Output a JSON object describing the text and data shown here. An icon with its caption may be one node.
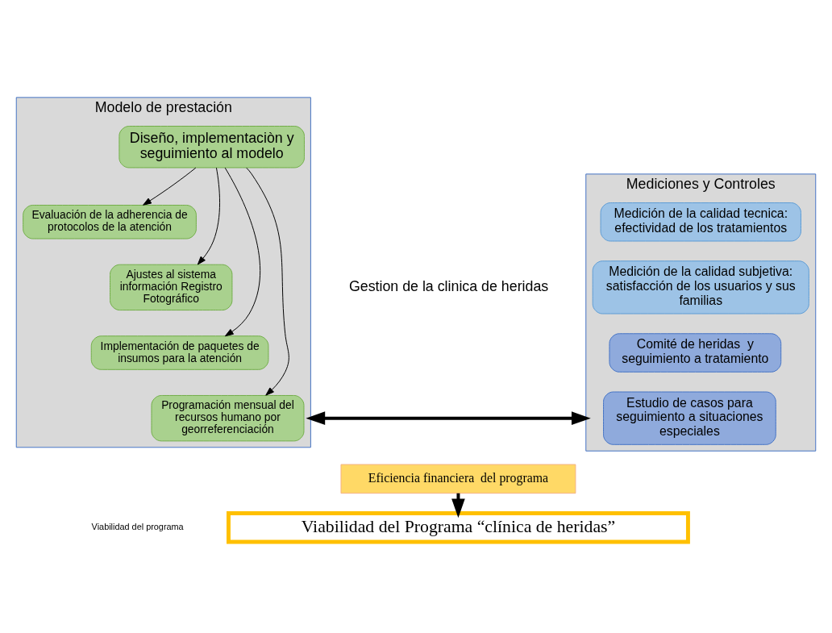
{
  "diagram": {
    "nodes": [
      {
        "text": [
          "Modelo de prestación"
        ]
      },
      {
        "text": [
          "Diseño, implementaciòn y seguimiento al modelo"
        ],
        "in": 0
      },
      {
        "text": [
          "Evaluación de la adherencia de protocolos de la atención"
        ],
        "in": 0
      },
      {
        "text": [
          "Ajustes al sistema  información Registro Fotográfico"
        ],
        "in": 0
      },
      {
        "text": [
          "Implementación de paquetes de insumos para la atención"
        ],
        "in": 0
      },
      {
        "text": [
          "Programación mensual del recursos humano por georreferenciación"
        ],
        "in": 0
      },
      {
        "text": [
          "Mediciones y Controles"
        ]
      },
      {
        "text": [
          "Medición de la calidad tecnica: efectividad de los tratamientos"
        ],
        "in": 6
      },
      {
        "text": [
          "Medición de la calidad subjetiva: satisfacción de los usuarios y sus familias"
        ],
        "in": 6
      },
      {
        "text": [
          "Comité de heridas  y seguimiento a tratamiento"
        ],
        "in": 6
      },
      {
        "text": [
          "Estudio de casos para seguimiento a situaciones especiales"
        ],
        "in": 6
      },
      {
        "text": [
          "Eficiencia financiera  del programa"
        ]
      },
      {
        "text": [
          "Viabilidad del Programa “clínica de heridas”"
        ]
      }
    ],
    "edges": [
      {
        "from": 1,
        "to": 2,
        "arrow": "to"
      },
      {
        "from": 1,
        "to": 3,
        "arrow": "to"
      },
      {
        "from": 1,
        "to": 4,
        "arrow": "to"
      },
      {
        "from": 1,
        "to": 5,
        "arrow": "to"
      },
      {
        "from": 0,
        "to": 6,
        "arrow": "both",
        "style": "thick"
      },
      {
        "from": 11,
        "to": 12,
        "arrow": "to",
        "style": "thick"
      }
    ],
    "labels": [
      "Gestion de la clinica de heridas",
      "Viabilidad del programa"
    ]
  }
}
